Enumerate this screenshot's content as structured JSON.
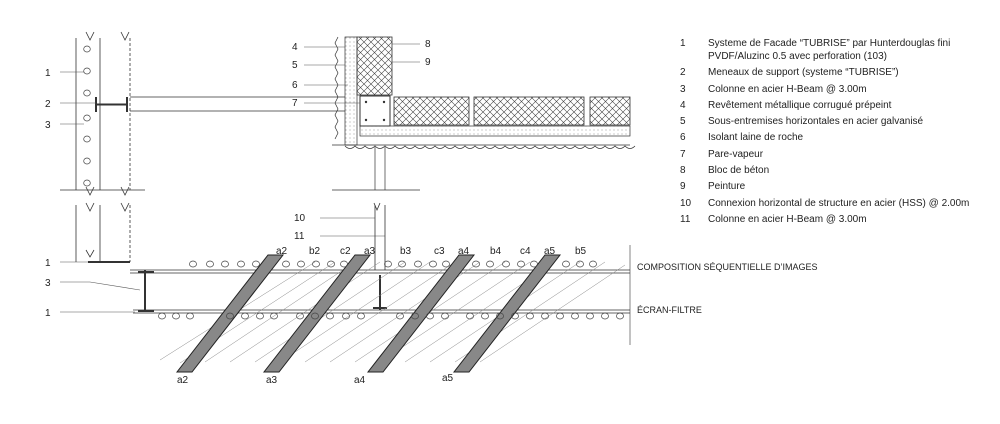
{
  "legend": [
    {
      "num": "1",
      "text": "Systeme de Facade “TUBRISE” par Hunterdouglas fini PVDF/Aluzinc 0.5 avec perforation (103)"
    },
    {
      "num": "2",
      "text": "Meneaux de support (systeme “TUBRISE”)"
    },
    {
      "num": "3",
      "text": "Colonne en acier H-Beam @ 3.00m"
    },
    {
      "num": "4",
      "text": "Revêtement métallique corrugué prépeint"
    },
    {
      "num": "5",
      "text": "Sous-entremises horizontales en acier galvanisé"
    },
    {
      "num": "6",
      "text": "Isolant laine de roche"
    },
    {
      "num": "7",
      "text": "Pare-vapeur"
    },
    {
      "num": "8",
      "text": "Bloc de béton"
    },
    {
      "num": "9",
      "text": "Peinture"
    },
    {
      "num": "10",
      "text": "Connexion horizontal de structure en acier (HSS) @ 2.00m"
    },
    {
      "num": "11",
      "text": "Colonne en acier H-Beam @ 3.00m"
    }
  ],
  "upper_callouts": {
    "left": [
      "1",
      "2",
      "3"
    ],
    "middle": [
      "4",
      "5",
      "6",
      "7"
    ],
    "right": [
      "8",
      "9"
    ],
    "hss": [
      "10",
      "11"
    ]
  },
  "plan_labels": {
    "top": [
      "a2",
      "b2",
      "c2",
      "a3",
      "b3",
      "c3",
      "a4",
      "b4",
      "c4",
      "a5",
      "b5"
    ],
    "bottom": [
      "a2",
      "a3",
      "a4",
      "a5"
    ],
    "left": [
      "1",
      "3",
      "1"
    ],
    "composition": "COMPOSITION SÉQUENTIELLE D’IMAGES",
    "screen": "ÉCRAN-FILTRE"
  }
}
